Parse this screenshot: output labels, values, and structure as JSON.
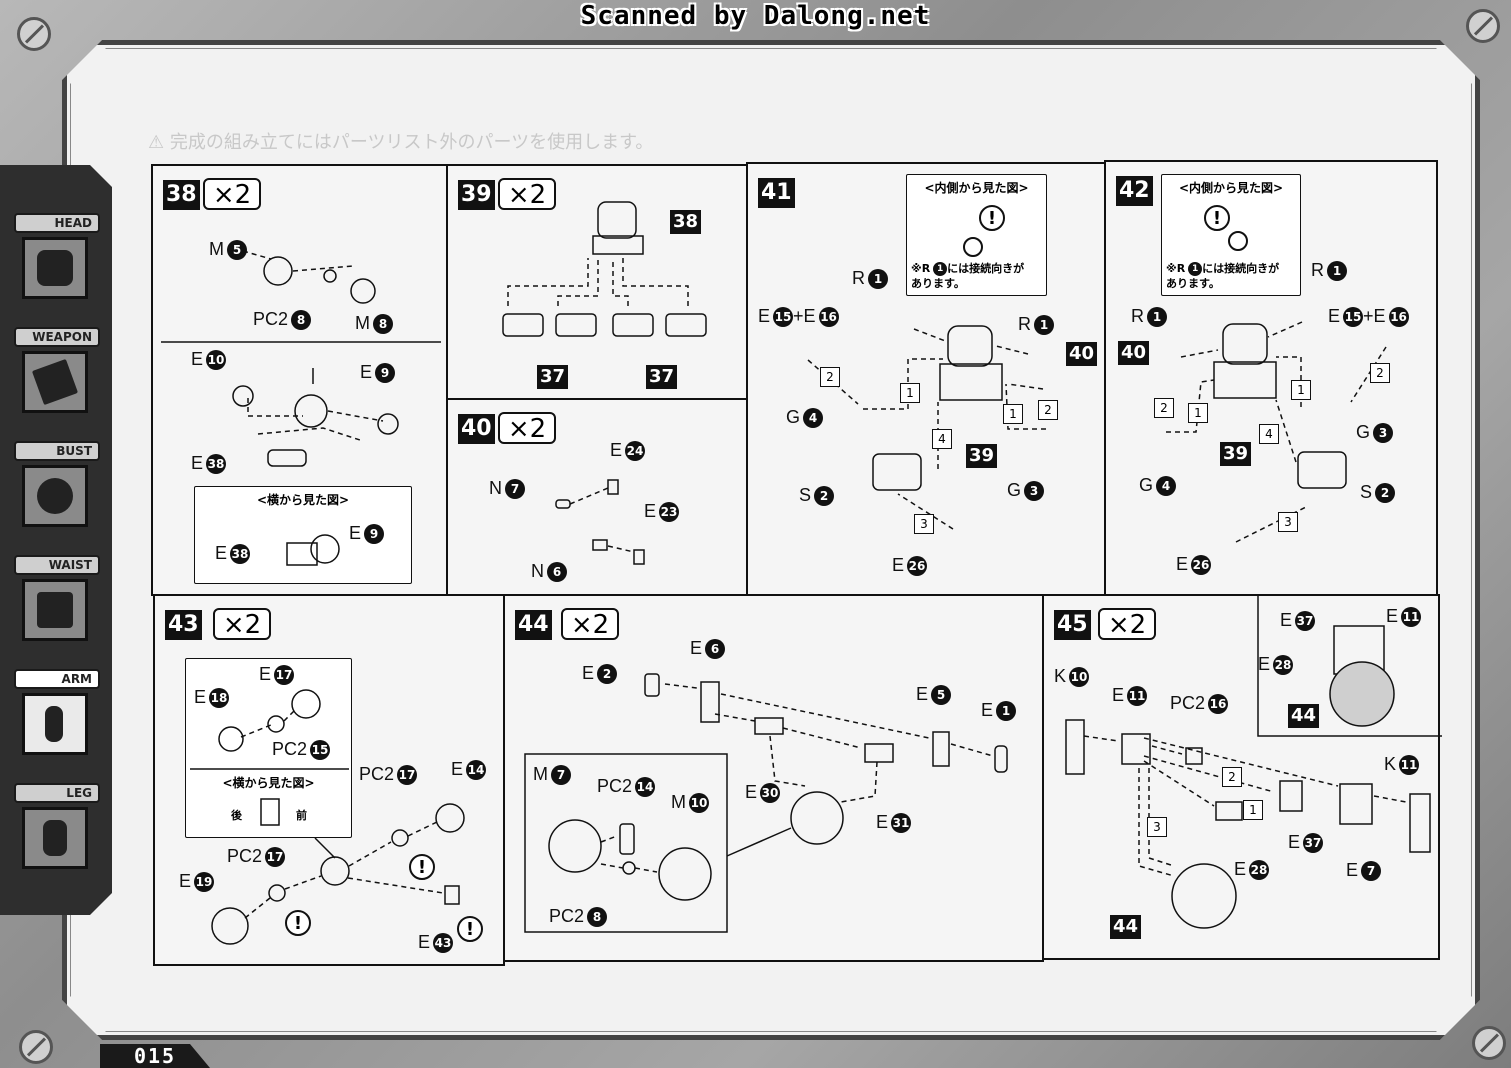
{
  "header": {
    "scan_credit": "Scanned by Dalong.net"
  },
  "caution_ghost": "⚠ 完成の組み立てにはパーツリスト外のパーツを使用します。",
  "sidebar": {
    "items": [
      {
        "label": "HEAD",
        "active": false
      },
      {
        "label": "WEAPON",
        "active": false
      },
      {
        "label": "BUST",
        "active": false
      },
      {
        "label": "WAIST",
        "active": false
      },
      {
        "label": "ARM",
        "active": true
      },
      {
        "label": "LEG",
        "active": false
      }
    ]
  },
  "footer": {
    "page_number": "015"
  },
  "steps": {
    "s38": {
      "number": "38",
      "qty": "×2",
      "side_view_title": "<横から見た図>",
      "labels": [
        "M",
        "PC2",
        "M",
        "E",
        "E",
        "E",
        "E",
        "E"
      ],
      "nums": [
        "5",
        "8",
        "8",
        "10",
        "9",
        "38",
        "38",
        "9"
      ]
    },
    "s39": {
      "number": "39",
      "qty": "×2",
      "ref_top": "38",
      "ref_a": "37",
      "ref_b": "37"
    },
    "s40": {
      "number": "40",
      "qty": "×2",
      "labels": [
        "E",
        "N",
        "E",
        "N"
      ],
      "nums": [
        "24",
        "7",
        "23",
        "6"
      ]
    },
    "s41": {
      "number": "41",
      "inside_title": "<内側から見た図>",
      "inside_note_1": "※R",
      "inside_note_2": "には接続向きが",
      "inside_note_3": "あります。",
      "inside_note_num": "1",
      "labels": [
        "R",
        "E",
        "+E",
        "R",
        "G",
        "S",
        "G",
        "E"
      ],
      "nums": [
        "1",
        "15",
        "16",
        "1",
        "4",
        "2",
        "3",
        "26"
      ],
      "refs": [
        "40",
        "39"
      ],
      "seq": [
        "2",
        "1",
        "1",
        "2",
        "4",
        "3"
      ]
    },
    "s42": {
      "number": "42",
      "inside_title": "<内側から見た図>",
      "inside_note_1": "※R",
      "inside_note_2": "には接続向きが",
      "inside_note_3": "あります。",
      "inside_note_num": "1",
      "labels": [
        "R",
        "R",
        "E",
        "+E",
        "G",
        "G",
        "S",
        "E"
      ],
      "nums": [
        "1",
        "1",
        "15",
        "16",
        "3",
        "4",
        "2",
        "26"
      ],
      "refs": [
        "40",
        "39"
      ],
      "seq": [
        "2",
        "1",
        "1",
        "2",
        "4",
        "3"
      ]
    },
    "s43": {
      "number": "43",
      "qty": "×2",
      "side_view_title": "<横から見た図>",
      "dir_back": "後",
      "dir_front": "前",
      "labels": [
        "E",
        "E",
        "PC2",
        "PC2",
        "E",
        "PC2",
        "E",
        "E"
      ],
      "nums": [
        "17",
        "18",
        "15",
        "17",
        "14",
        "17",
        "19",
        "43"
      ]
    },
    "s44": {
      "number": "44",
      "qty": "×2",
      "labels": [
        "E",
        "E",
        "E",
        "E",
        "E",
        "E",
        "M",
        "PC2",
        "M",
        "PC2"
      ],
      "nums": [
        "6",
        "2",
        "5",
        "1",
        "30",
        "31",
        "7",
        "14",
        "10",
        "8"
      ]
    },
    "s45": {
      "number": "45",
      "qty": "×2",
      "labels": [
        "E",
        "E",
        "E",
        "K",
        "E",
        "PC2",
        "K",
        "E",
        "E",
        "E"
      ],
      "nums": [
        "37",
        "11",
        "28",
        "10",
        "11",
        "16",
        "11",
        "37",
        "28",
        "7"
      ],
      "refs": [
        "44",
        "44"
      ],
      "seq": [
        "2",
        "1",
        "3"
      ]
    }
  }
}
